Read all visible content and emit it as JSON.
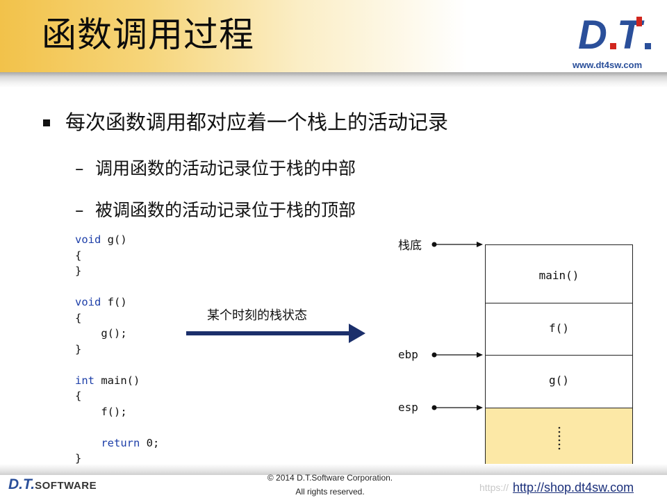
{
  "header": {
    "title": "函数调用过程",
    "logo_text": "D.T.",
    "logo_url": "www.dt4sw.com"
  },
  "bullets": {
    "main": "每次函数调用都对应着一个栈上的活动记录",
    "subs": [
      {
        "dash": "–",
        "text": "调用函数的活动记录位于栈的中部"
      },
      {
        "dash": "–",
        "text": "被调函数的活动记录位于栈的顶部"
      }
    ]
  },
  "code": {
    "lines": [
      {
        "kw": "void",
        "rest": " g()"
      },
      {
        "kw": "",
        "rest": "{"
      },
      {
        "kw": "",
        "rest": "}"
      },
      {
        "kw": "",
        "rest": ""
      },
      {
        "kw": "void",
        "rest": " f()"
      },
      {
        "kw": "",
        "rest": "{"
      },
      {
        "kw": "",
        "rest": "    g();"
      },
      {
        "kw": "",
        "rest": "}"
      },
      {
        "kw": "",
        "rest": ""
      },
      {
        "kw": "int",
        "rest": " main()"
      },
      {
        "kw": "",
        "rest": "{"
      },
      {
        "kw": "",
        "rest": "    f();"
      },
      {
        "kw": "",
        "rest": ""
      },
      {
        "kw": "    return",
        "rest": " 0;"
      },
      {
        "kw": "",
        "rest": "}"
      }
    ]
  },
  "diagram": {
    "arrow_label": "某个时刻的栈状态",
    "stack_bottom_label": "栈底",
    "ebp_label": "ebp",
    "esp_label": "esp",
    "frames": [
      "main()",
      "f()",
      "g()"
    ],
    "top_frame_dots": "⋮",
    "colors": {
      "arrow": "#1b2f6b",
      "top_frame": "#fce8a6"
    }
  },
  "footer": {
    "logo_dt": "D.T.",
    "logo_software": "SOFTWARE",
    "copyright_line1": "© 2014 D.T.Software Corporation.",
    "copyright_line2": "All rights reserved.",
    "shop_url": "http://shop.dt4sw.com",
    "watermark": "https://"
  }
}
